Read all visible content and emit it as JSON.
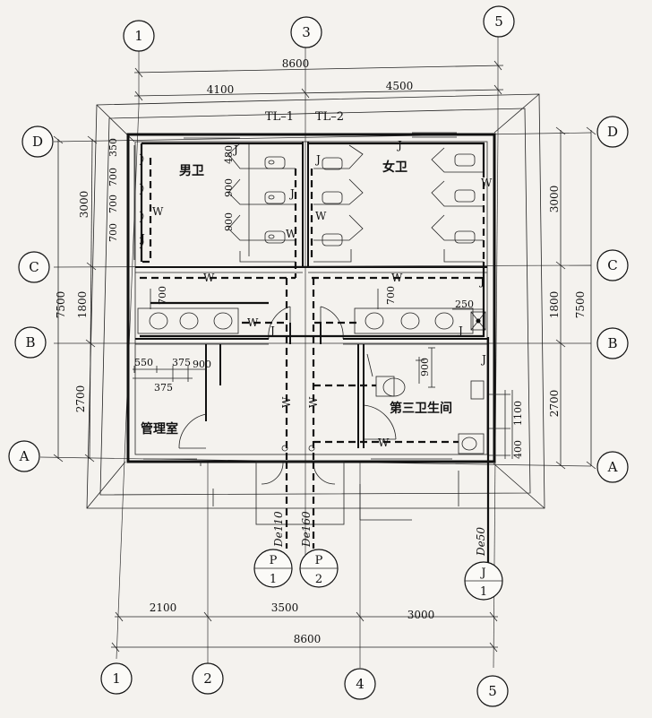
{
  "axes": {
    "vertical_top": [
      "1",
      "3",
      "5"
    ],
    "vertical_bottom": [
      "1",
      "2",
      "4",
      "5"
    ],
    "horizontal": [
      "D",
      "C",
      "B",
      "A"
    ]
  },
  "dims": {
    "top_total": "8600",
    "top_left": "4100",
    "top_right": "4500",
    "bottom_seg1": "2100",
    "bottom_seg2": "3500",
    "bottom_seg3": "3000",
    "bottom_total": "8600",
    "left_total": "7500",
    "left_dc": "3000",
    "left_cb": "1800",
    "left_ba": "2700",
    "right_dc": "3000",
    "right_cb": "1800",
    "right_ba": "2700",
    "right_total": "7500",
    "urinal_350": "350",
    "urinal_700a": "700",
    "urinal_700b": "700",
    "urinal_700c": "700",
    "stall_480": "480",
    "stall_900a": "900",
    "stall_900b": "900",
    "basin_700_left": "700",
    "basin_700_right": "700",
    "basin_250": "250",
    "mgmt_550": "550",
    "mgmt_375a": "375",
    "mgmt_900": "900",
    "mgmt_375b": "375",
    "third_900": "900",
    "third_1100": "1100",
    "third_400": "400"
  },
  "labels": {
    "tl1": "TL–1",
    "tl2": "TL–2",
    "men": "男卫",
    "women": "女卫",
    "mgmt": "管理室",
    "third": "第三卫生间",
    "w": "W",
    "j": "J"
  },
  "pipes": {
    "de110": "De110",
    "de160": "De160",
    "de50": "De50"
  },
  "outlets": [
    {
      "letter": "P",
      "num": "1"
    },
    {
      "letter": "P",
      "num": "2"
    },
    {
      "letter": "J",
      "num": "1"
    }
  ]
}
